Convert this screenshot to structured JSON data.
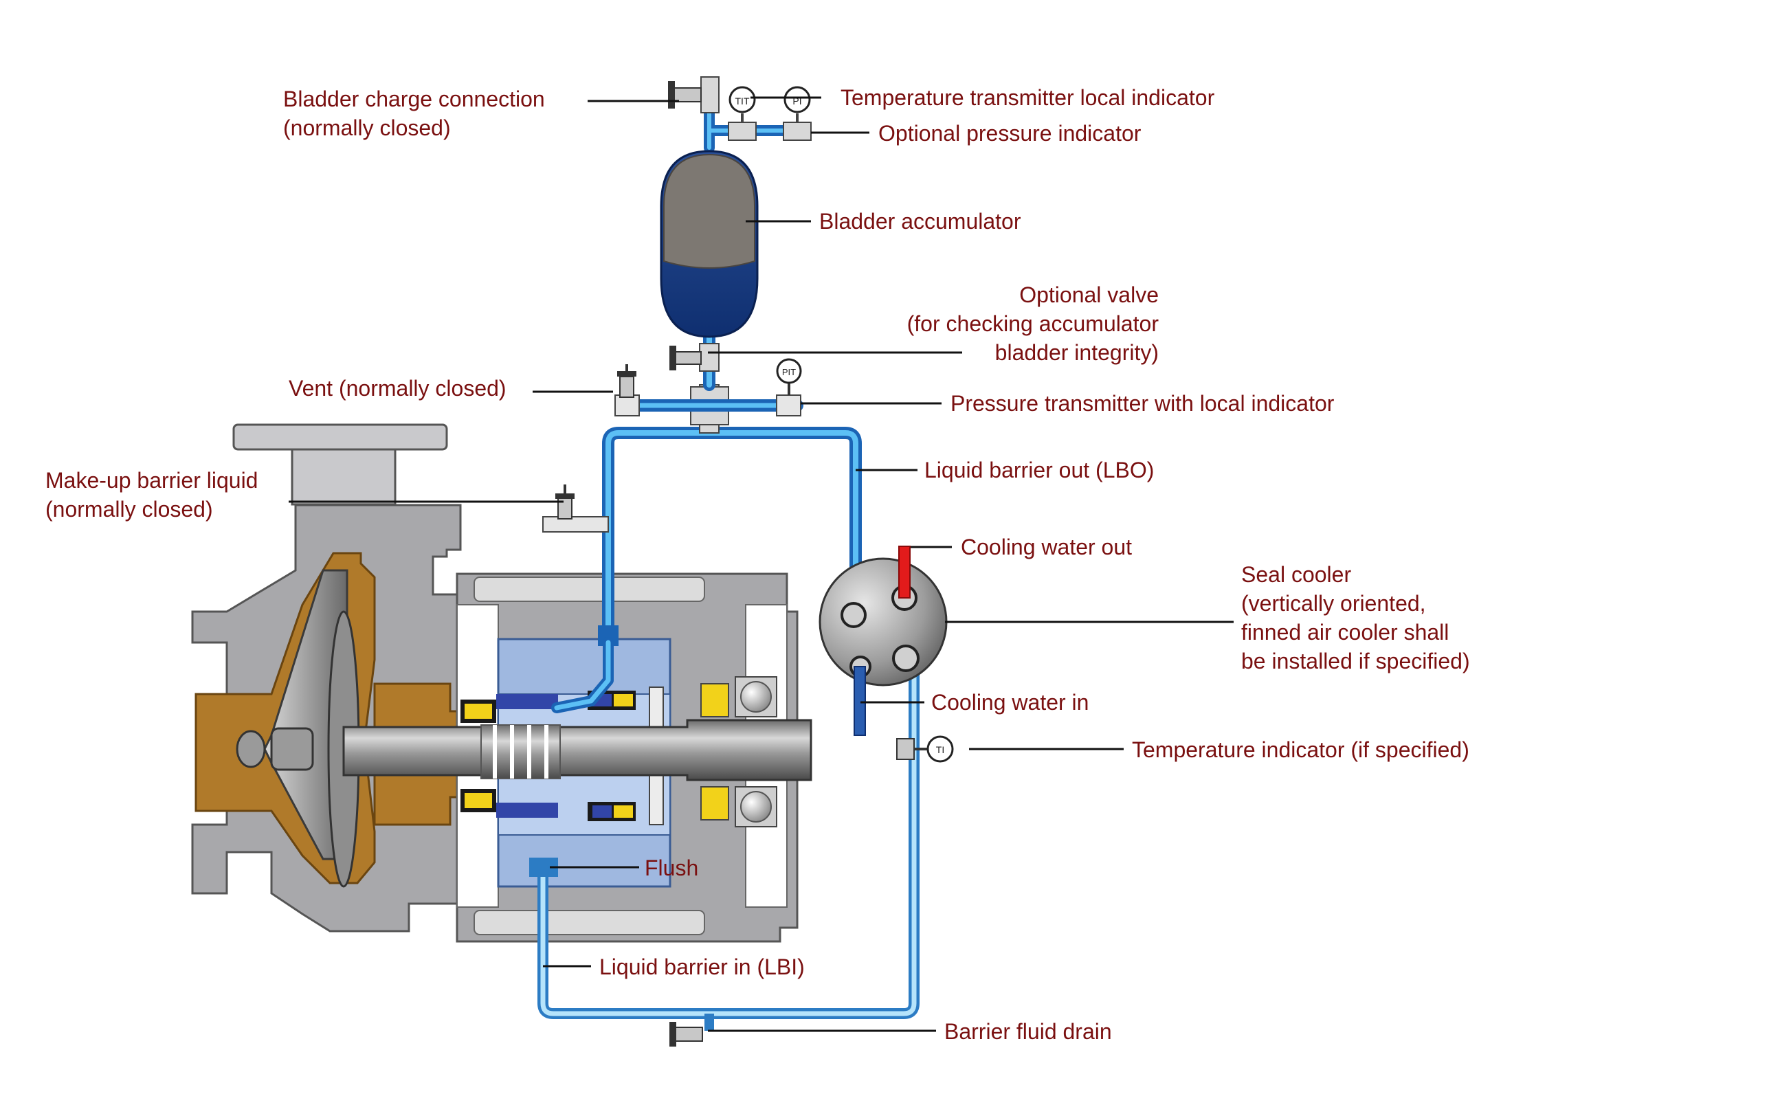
{
  "labels": {
    "bladder_charge_1": "Bladder charge connection",
    "bladder_charge_2": "(normally closed)",
    "temp_transmitter": "Temperature transmitter local indicator",
    "optional_pressure": "Optional pressure indicator",
    "bladder_accumulator": "Bladder accumulator",
    "optional_valve_1": "Optional valve",
    "optional_valve_2": "(for checking accumulator",
    "optional_valve_3": "bladder integrity)",
    "vent": "Vent (normally closed)",
    "pressure_transmitter": "Pressure transmitter with local indicator",
    "makeup_1": "Make-up barrier liquid",
    "makeup_2": "(normally closed)",
    "lbo": "Liquid barrier out (LBO)",
    "cooling_out": "Cooling water out",
    "seal_cooler_1": "Seal cooler",
    "seal_cooler_2": "(vertically oriented,",
    "seal_cooler_3": "finned air cooler shall",
    "seal_cooler_4": "be installed if specified)",
    "cooling_in": "Cooling water in",
    "temp_indicator": "Temperature indicator (if specified)",
    "flush": "Flush",
    "lbi": "Liquid barrier in (LBI)",
    "drain": "Barrier fluid drain"
  },
  "instrument_tags": {
    "tt": "TIT",
    "pi": "PI",
    "pit": "PIT",
    "ti": "TI"
  },
  "colors": {
    "label_text": "#7a1010",
    "pipe_dark": "#1b64b5",
    "pipe_light": "#5cc0f5",
    "barrier_bright": "#2f8ee0",
    "casing": "#a8a8ab",
    "impeller_cavity": "#b07a2a",
    "seal_chamber": "#9fb8e0",
    "cooling_hot": "#e21b1b",
    "bearing_yellow": "#f2d21a"
  }
}
